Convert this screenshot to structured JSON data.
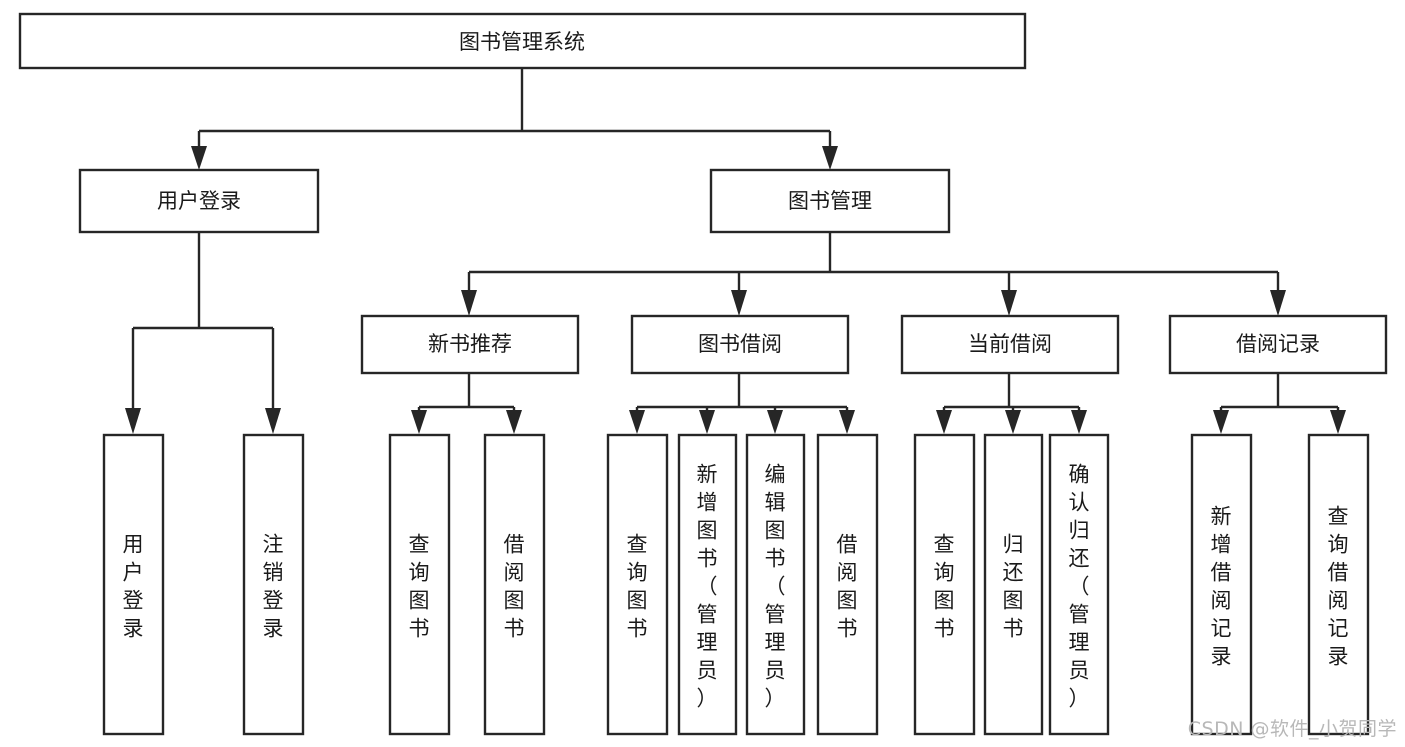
{
  "diagram": {
    "title": "图书管理系统",
    "type": "tree-hierarchy",
    "background_color": "#ffffff",
    "box_stroke_color": "#262626",
    "box_fill_color": "#ffffff",
    "text_color": "#1a1a1a",
    "arrow_color": "#262626"
  },
  "root": {
    "label": "图书管理系统",
    "orientation": "horizontal"
  },
  "level2": [
    {
      "label": "用户登录",
      "orientation": "horizontal"
    },
    {
      "label": "图书管理",
      "orientation": "horizontal"
    }
  ],
  "level3": [
    {
      "label": "新书推荐",
      "orientation": "horizontal",
      "parent": "图书管理"
    },
    {
      "label": "图书借阅",
      "orientation": "horizontal",
      "parent": "图书管理"
    },
    {
      "label": "当前借阅",
      "orientation": "horizontal",
      "parent": "图书管理"
    },
    {
      "label": "借阅记录",
      "orientation": "horizontal",
      "parent": "图书管理"
    }
  ],
  "leaves": {
    "user_login": [
      {
        "label": "用户登录",
        "chars": [
          "用",
          "户",
          "登",
          "录"
        ]
      },
      {
        "label": "注销登录",
        "chars": [
          "注",
          "销",
          "登",
          "录"
        ]
      }
    ],
    "new_book_recommend": [
      {
        "label": "查询图书",
        "chars": [
          "查",
          "询",
          "图",
          "书"
        ]
      },
      {
        "label": "借阅图书",
        "chars": [
          "借",
          "阅",
          "图",
          "书"
        ]
      }
    ],
    "book_borrow": [
      {
        "label": "查询图书",
        "chars": [
          "查",
          "询",
          "图",
          "书"
        ]
      },
      {
        "label": "新增图书（管理员）",
        "chars": [
          "新",
          "增",
          "图",
          "书",
          "（",
          "管",
          "理",
          "员",
          "）"
        ]
      },
      {
        "label": "编辑图书（管理员）",
        "chars": [
          "编",
          "辑",
          "图",
          "书",
          "（",
          "管",
          "理",
          "员",
          "）"
        ]
      },
      {
        "label": "借阅图书",
        "chars": [
          "借",
          "阅",
          "图",
          "书"
        ]
      }
    ],
    "current_borrow": [
      {
        "label": "查询图书",
        "chars": [
          "查",
          "询",
          "图",
          "书"
        ]
      },
      {
        "label": "归还图书",
        "chars": [
          "归",
          "还",
          "图",
          "书"
        ]
      },
      {
        "label": "确认归还（管理员）",
        "chars": [
          "确",
          "认",
          "归",
          "还",
          "（",
          "管",
          "理",
          "员",
          "）"
        ]
      }
    ],
    "borrow_record": [
      {
        "label": "新增借阅记录",
        "chars": [
          "新",
          "增",
          "借",
          "阅",
          "记",
          "录"
        ]
      },
      {
        "label": "查询借阅记录",
        "chars": [
          "查",
          "询",
          "借",
          "阅",
          "记",
          "录"
        ]
      }
    ]
  },
  "watermark": {
    "text": "CSDN @软件_小贺同学",
    "color": "#b8b8b8"
  }
}
